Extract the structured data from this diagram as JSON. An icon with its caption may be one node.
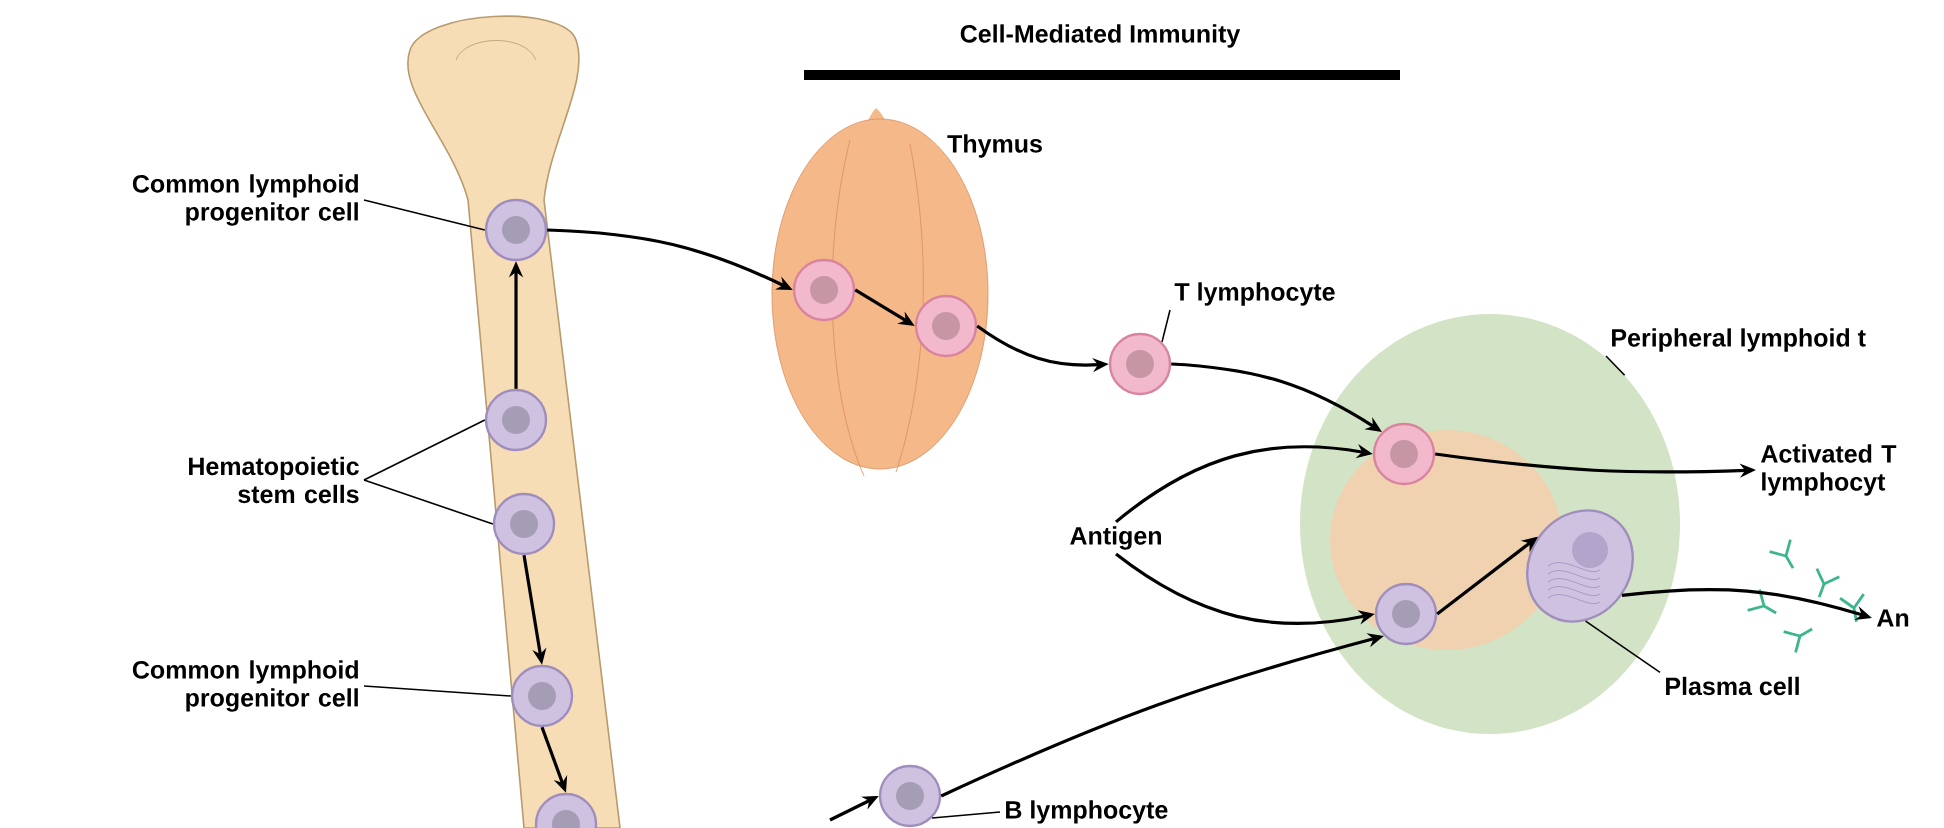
{
  "diagram": {
    "title": "Cell-Mediated Immunity",
    "nodes": [
      {
        "text": [],
        "shape": "picture"
      },
      {
        "text": [],
        "shape": "circle",
        "in": 0
      },
      {
        "text": [],
        "shape": "circle",
        "in": 0
      },
      {
        "text": [],
        "shape": "circle",
        "in": 0
      },
      {
        "text": [],
        "shape": "circle",
        "in": 0
      },
      {
        "text": [],
        "shape": "circle",
        "in": 0
      },
      {
        "text": [
          "Common lymphoid progenitor cell"
        ]
      },
      {
        "text": [
          "Hematopoietic stem cells"
        ]
      },
      {
        "text": [
          "Common lymphoid progenitor cell"
        ]
      },
      {
        "text": [
          "Thymus"
        ]
      },
      {
        "text": [],
        "shape": "circle",
        "in": 9
      },
      {
        "text": [],
        "shape": "circle",
        "in": 9
      },
      {
        "text": [],
        "shape": "circle"
      },
      {
        "text": [
          "T lymphocyte"
        ]
      },
      {
        "text": [],
        "shape": "cloud"
      },
      {
        "text": [
          "Peripheral lymphoid t"
        ]
      },
      {
        "text": [],
        "shape": "circle",
        "in": 14
      },
      {
        "text": [],
        "shape": "circle",
        "in": 14
      },
      {
        "text": [],
        "shape": "picture",
        "in": 14
      },
      {
        "text": [
          "Plasma cell"
        ]
      },
      {
        "text": [
          "Activated T lymphocyt"
        ]
      },
      {
        "text": [
          "An"
        ]
      },
      {
        "text": [
          "Antigen"
        ]
      },
      {
        "text": [],
        "shape": "circle"
      },
      {
        "text": [
          "B lymphocyte"
        ]
      }
    ],
    "edges": [
      {
        "from": 2,
        "to": 1,
        "arrow": "to"
      },
      {
        "from": 3,
        "to": 4,
        "arrow": "to"
      },
      {
        "from": 4,
        "to": 5,
        "arrow": "to"
      },
      {
        "from": 6,
        "to": 1,
        "arrow": "none"
      },
      {
        "from": 7,
        "to": 2,
        "arrow": "none"
      },
      {
        "from": 7,
        "to": 3,
        "arrow": "none"
      },
      {
        "from": 8,
        "to": 4,
        "arrow": "none"
      },
      {
        "from": 1,
        "to": 10,
        "arrow": "to"
      },
      {
        "from": 10,
        "to": 11,
        "arrow": "to"
      },
      {
        "from": 11,
        "to": 12,
        "arrow": "to"
      },
      {
        "from": 13,
        "to": 12,
        "arrow": "none"
      },
      {
        "from": 12,
        "to": 16,
        "arrow": "to"
      },
      {
        "from": 22,
        "to": 16,
        "arrow": "to"
      },
      {
        "from": 22,
        "to": 17,
        "arrow": "to"
      },
      {
        "from": 15,
        "to": 14,
        "arrow": "none"
      },
      {
        "from": 16,
        "to": 20,
        "arrow": "to"
      },
      {
        "from": 17,
        "to": 18,
        "arrow": "to"
      },
      {
        "from": 18,
        "to": 21,
        "arrow": "to"
      },
      {
        "from": 19,
        "to": 18,
        "arrow": "none"
      },
      {
        "from": 23,
        "to": 17,
        "arrow": "to"
      },
      {
        "from": null,
        "to": 23,
        "arrow": "to"
      },
      {
        "from": 24,
        "to": 23,
        "arrow": "none"
      }
    ]
  }
}
